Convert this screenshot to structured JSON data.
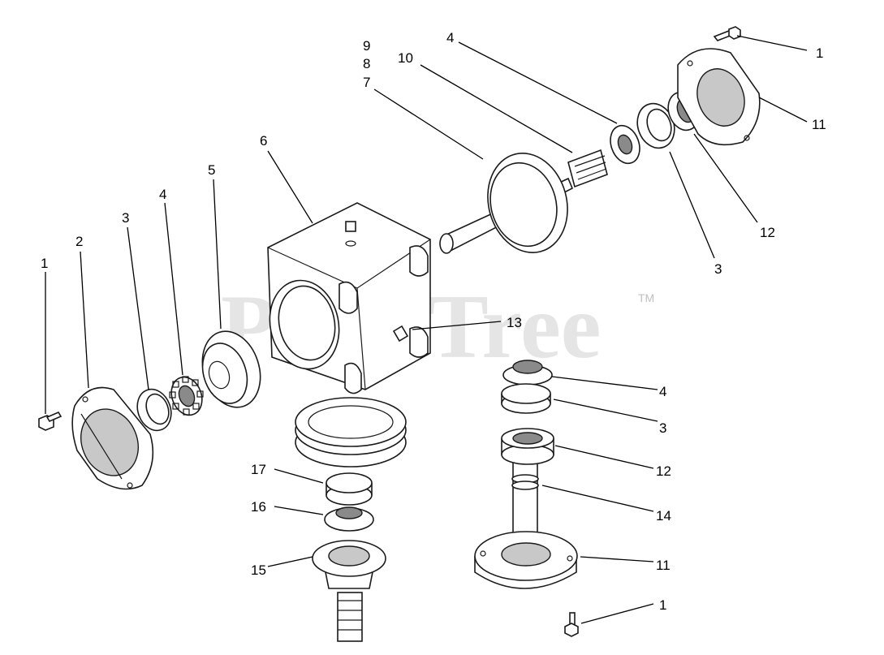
{
  "watermark": {
    "text": "PartsTree",
    "trademark": "TM"
  },
  "callouts": {
    "c1a": "1",
    "c1b": "1",
    "c1c": "1",
    "c2": "2",
    "c3a": "3",
    "c3b": "3",
    "c3c": "3",
    "c4a": "4",
    "c4b": "4",
    "c4c": "4",
    "c5": "5",
    "c6": "6",
    "c7": "7",
    "c8": "8",
    "c9": "9",
    "c10": "10",
    "c11a": "11",
    "c11b": "11",
    "c12a": "12",
    "c12b": "12",
    "c13": "13",
    "c14": "14",
    "c15": "15",
    "c16": "16",
    "c17": "17"
  }
}
